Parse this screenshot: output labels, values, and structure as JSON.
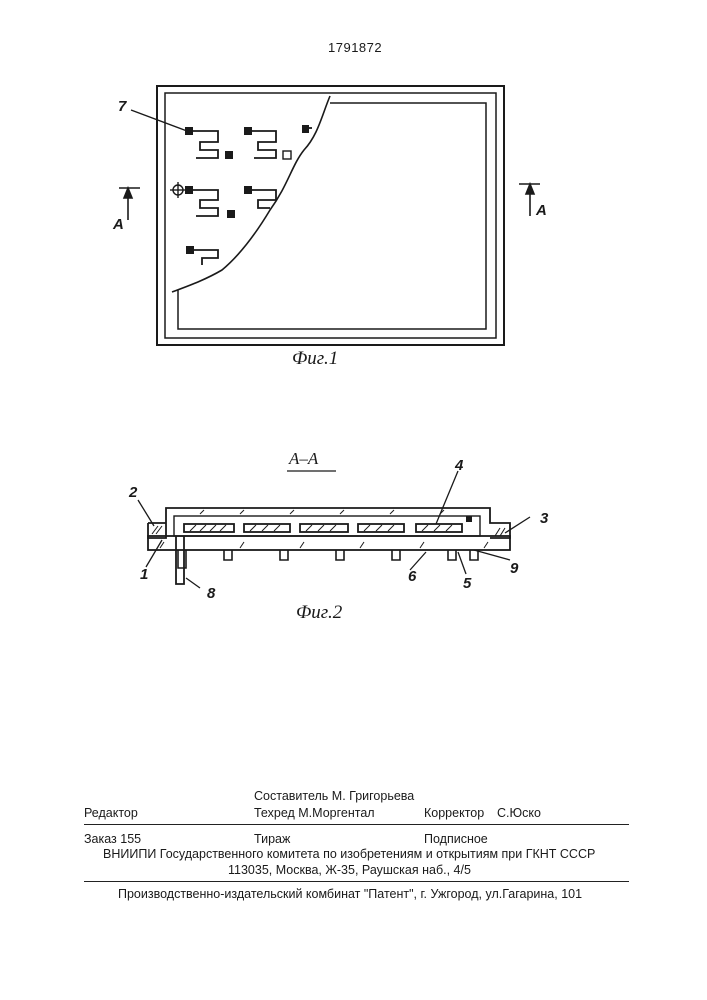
{
  "patent_number": "1791872",
  "figure1": {
    "caption": "Фиг.1",
    "callout_7": "7",
    "section_left": "А",
    "section_right": "А"
  },
  "figure2": {
    "caption": "Фиг.2",
    "section_title": "А–А",
    "callouts": {
      "n1": "1",
      "n2": "2",
      "n3": "3",
      "n4": "4",
      "n5": "5",
      "n6": "6",
      "n8": "8",
      "n9": "9"
    }
  },
  "imprint": {
    "compiler": "Составитель  М. Григорьева",
    "editor": "Редактор",
    "techred": "Техред М.Моргентал",
    "corrector": "Корректор",
    "corrector_name": "С.Юско",
    "order": "Заказ  155",
    "circulation": "Тираж",
    "subscription": "Подписное",
    "institute": "ВНИИПИ Государственного комитета по изобретениям и открытиям при ГКНТ СССР",
    "address": "113035, Москва, Ж-35, Раушская наб., 4/5",
    "publisher": "Производственно-издательский комбинат \"Патент\", г. Ужгород, ул.Гагарина, 101"
  }
}
